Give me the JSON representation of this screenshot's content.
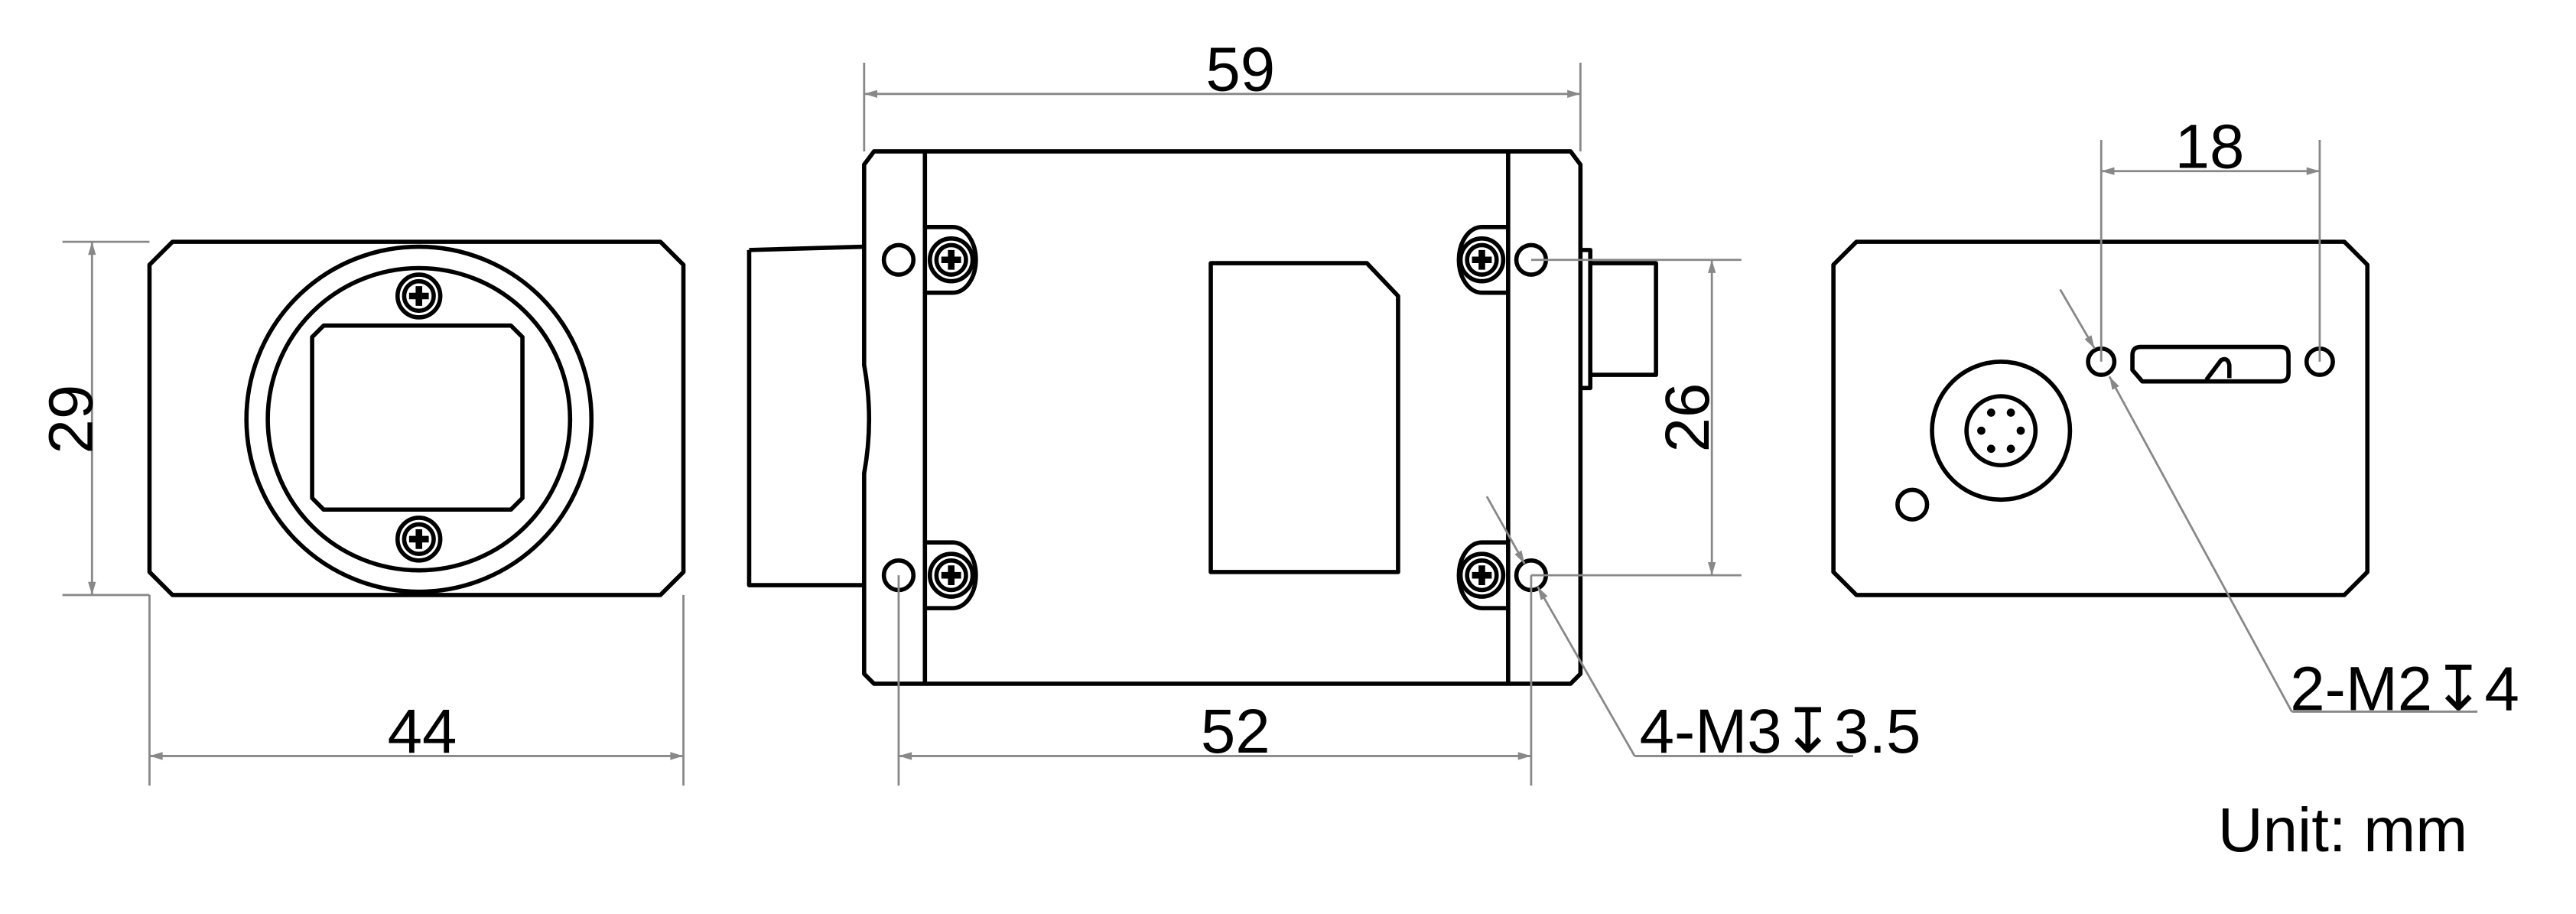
{
  "dimensions": {
    "front_height": "29",
    "front_width": "44",
    "side_length": "59",
    "side_hole_spacing": "52",
    "side_hole_vertical": "26",
    "back_hole_spacing": "18"
  },
  "callouts": {
    "side_threads": "4-M3↧3.5",
    "back_threads": "2-M2↧4"
  },
  "unit_label": "Unit: mm",
  "colors": {
    "outline": "#000000",
    "dimension": "#888888"
  }
}
